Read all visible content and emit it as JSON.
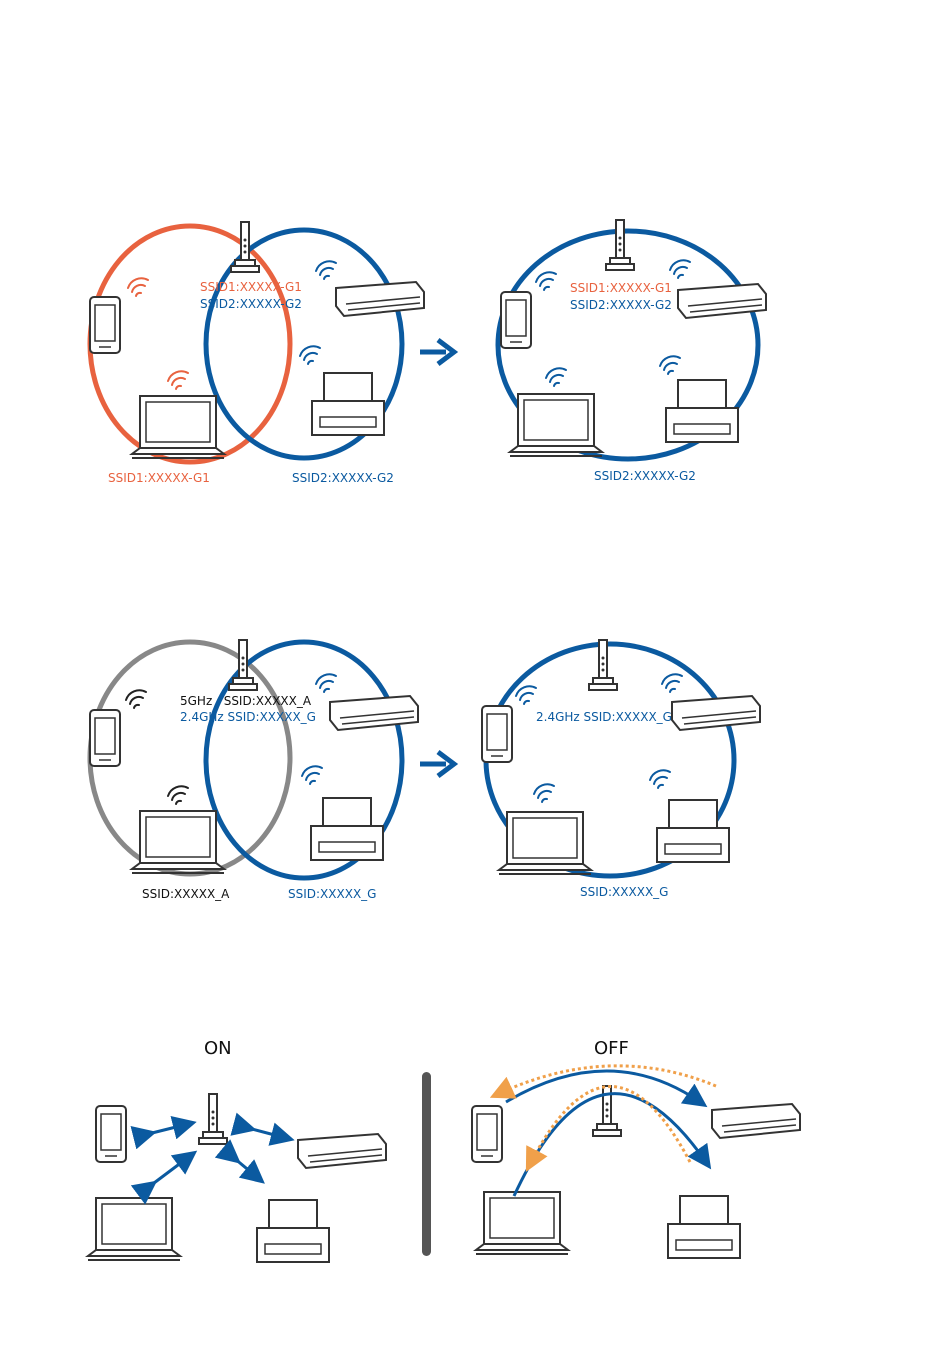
{
  "colors": {
    "blue": "#0b5aa0",
    "orange": "#e8623f",
    "gray": "#888888",
    "dark": "#333333",
    "dashed_orange": "#f0a04a"
  },
  "icons": [
    "router-icon",
    "smartphone-icon",
    "laptop-icon",
    "printer-icon",
    "scanner-icon",
    "wifi-signal-icon",
    "arrow-right-icon",
    "double-arrow-icon"
  ],
  "panel1": {
    "before": {
      "ap_ssid1": "SSID1:XXXXX-G1",
      "ap_ssid2": "SSID2:XXXXX-G2",
      "left_net": "SSID1:XXXXX-G1",
      "right_net": "SSID2:XXXXX-G2"
    },
    "after": {
      "ap_ssid1": "SSID1:XXXXX-G1",
      "ap_ssid2": "SSID2:XXXXX-G2",
      "net": "SSID2:XXXXX-G2"
    }
  },
  "panel2": {
    "before": {
      "ap_5ghz": "5GHz   SSID:XXXXX_A",
      "ap_24ghz": "2.4GHz SSID:XXXXX_G",
      "left_net": "SSID:XXXXX_A",
      "right_net": "SSID:XXXXX_G"
    },
    "after": {
      "ap_24ghz": "2.4GHz SSID:XXXXX_G",
      "net": "SSID:XXXXX_G"
    }
  },
  "panel3": {
    "on_label": "ON",
    "off_label": "OFF"
  }
}
